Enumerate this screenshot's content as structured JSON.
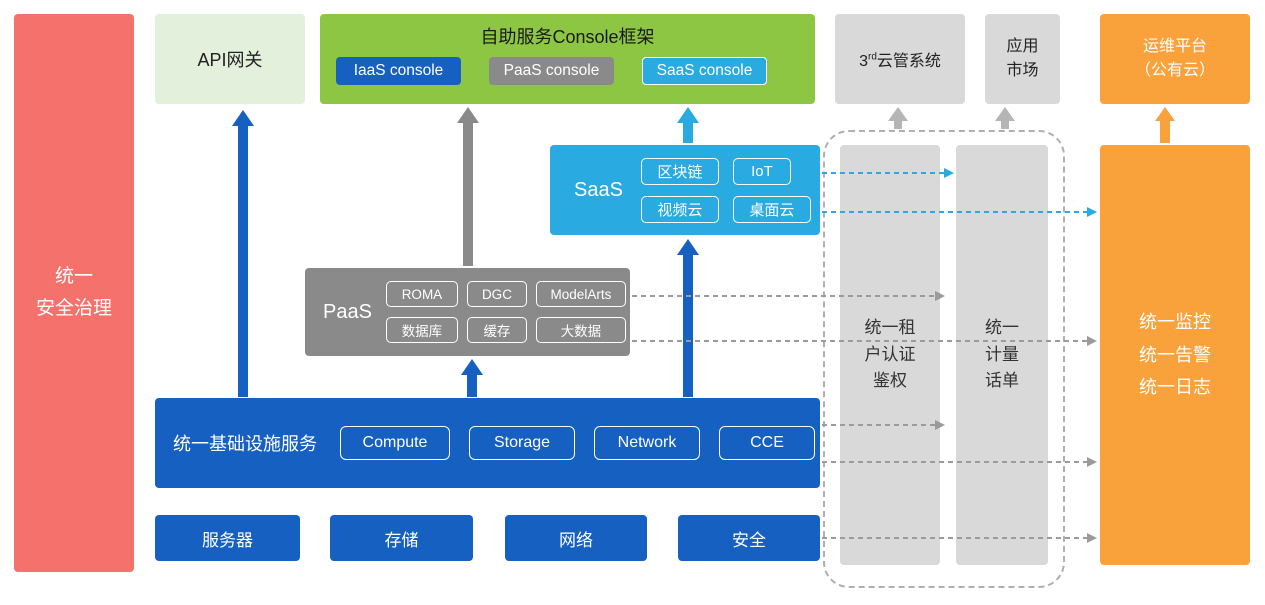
{
  "diagram": {
    "security_bar": {
      "label": "统一\n安全治理"
    },
    "api_gateway": {
      "label": "API网关"
    },
    "console": {
      "title": "自助服务Console框架",
      "items": [
        {
          "label": "IaaS console"
        },
        {
          "label": "PaaS console"
        },
        {
          "label": "SaaS console"
        }
      ]
    },
    "third_party_cms": {
      "base": "3",
      "sup": "rd",
      "rest": "云管系统"
    },
    "app_market": {
      "label": "应用\n市场"
    },
    "om_platform": {
      "label": "运维平台\n（公有云）"
    },
    "saas": {
      "label": "SaaS",
      "items": [
        "区块链",
        "IoT",
        "视频云",
        "桌面云"
      ]
    },
    "paas": {
      "label": "PaaS",
      "items": [
        "ROMA",
        "DGC",
        "ModelArts",
        "数据库",
        "缓存",
        "大数据"
      ]
    },
    "iaas": {
      "label": "统一基础设施服务",
      "items": [
        "Compute",
        "Storage",
        "Network",
        "CCE"
      ]
    },
    "hardware": [
      "服务器",
      "存储",
      "网络",
      "安全"
    ],
    "auth_pillar": {
      "label": "统一租\n户认证\n鉴权"
    },
    "billing_pillar": {
      "label": "统一\n计量\n话单"
    },
    "monitor_pillar": {
      "label": "统一监控\n统一告警\n统一日志"
    }
  },
  "colors": {
    "red": "#F4716C",
    "light_green": "#E3F0DC",
    "green": "#8DC643",
    "blue": "#1660C2",
    "gray": "#8A8A8A",
    "light_gray": "#D9D9D9",
    "cyan": "#29ABE2",
    "orange": "#F9A13B"
  }
}
